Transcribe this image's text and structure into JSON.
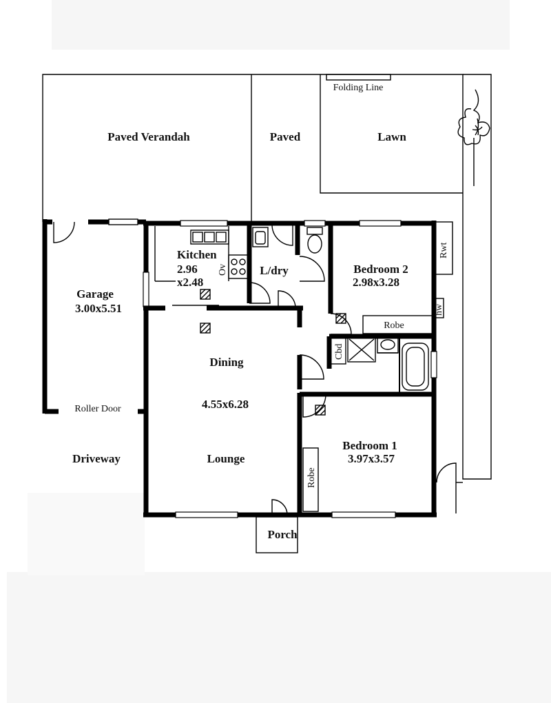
{
  "colors": {
    "ink": "#000000",
    "paper": "#ffffff",
    "band": "#f6f6f6"
  },
  "outdoor": {
    "paved_verandah": "Paved Verandah",
    "paved": "Paved",
    "lawn": "Lawn",
    "folding_line": "Folding Line",
    "driveway": "Driveway",
    "roller_door": "Roller Door",
    "porch": "Porch",
    "rwt": "Rwt",
    "hw": "hw"
  },
  "rooms": {
    "garage": {
      "name": "Garage",
      "size": "3.00x5.51"
    },
    "kitchen": {
      "name": "Kitchen",
      "size_a": "2.96",
      "size_b": "x2.48",
      "oven": "Ov"
    },
    "laundry": {
      "name": "L/dry"
    },
    "bedroom2": {
      "name": "Bedroom 2",
      "size": "2.98x3.28",
      "robe": "Robe"
    },
    "cupboard": {
      "name": "Cbd"
    },
    "dining": {
      "name": "Dining",
      "size": "4.55x6.28"
    },
    "lounge": {
      "name": "Lounge"
    },
    "bedroom1": {
      "name": "Bedroom 1",
      "size": "3.97x3.57",
      "robe": "Robe"
    }
  }
}
